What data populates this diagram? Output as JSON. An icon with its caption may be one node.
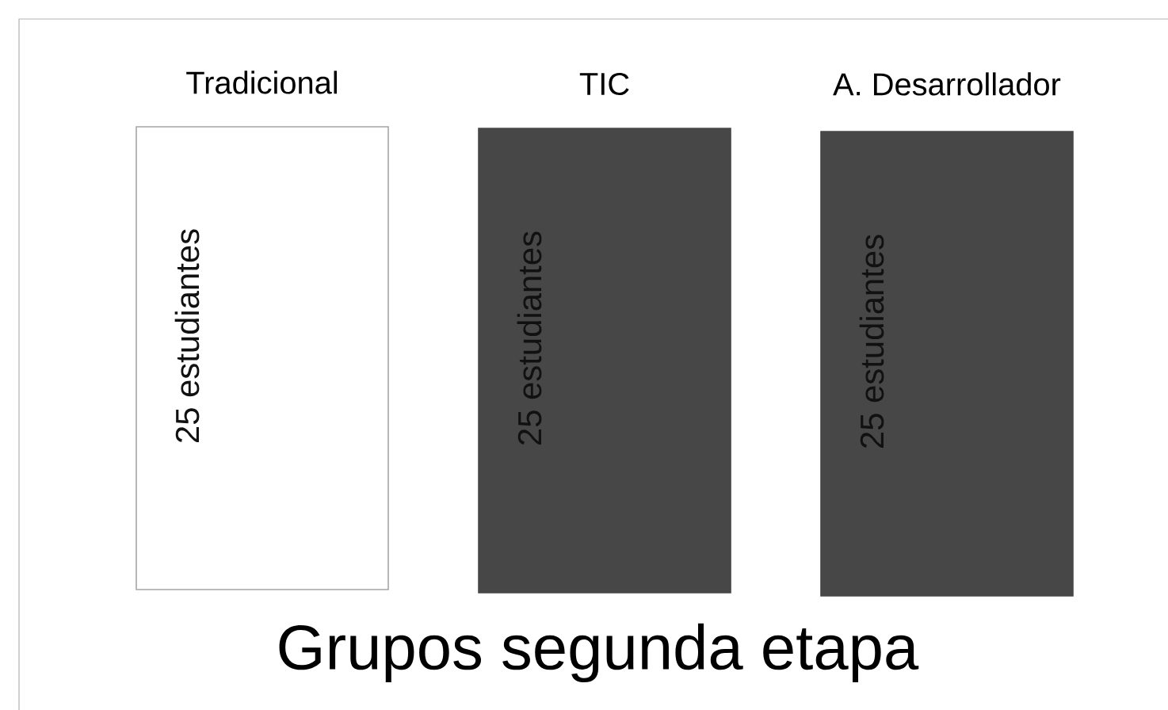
{
  "diagram": {
    "caption": "Grupos segunda etapa",
    "nodes": [
      {
        "text": [
          "Tradicional",
          "25 estudiantes"
        ]
      },
      {
        "text": [
          "TIC",
          "25 estudiantes"
        ]
      },
      {
        "text": [
          "A. Desarrollador",
          "25 estudiantes"
        ]
      }
    ]
  }
}
